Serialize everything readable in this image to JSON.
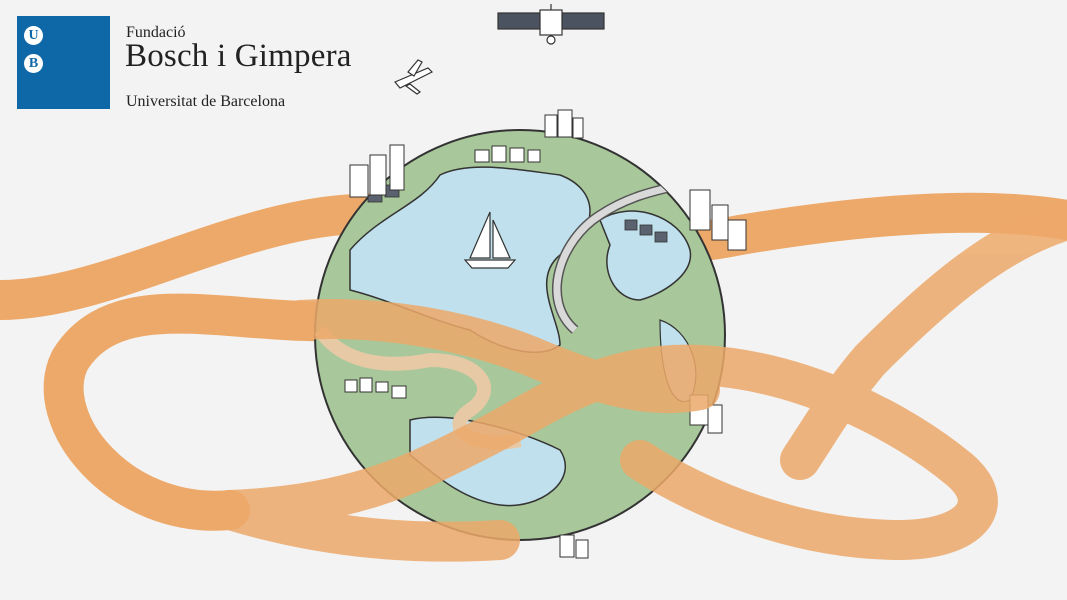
{
  "brand": {
    "logo_letters": [
      "U",
      "B"
    ],
    "foundation_label": "Fundació",
    "name": "Bosch i Gimpera",
    "university": "Universitat de Barcelona",
    "logo_color": "#0e68a8"
  },
  "illustration": {
    "icons": [
      "satellite-icon",
      "airplane-icon",
      "globe-illustration",
      "sailboat-icon",
      "infinity-ribbon"
    ],
    "colors": {
      "background": "#f3f3f3",
      "ribbon": "#eda96a",
      "land": "#a8c79a",
      "water": "#bfe0ec",
      "outline": "#333333"
    }
  }
}
